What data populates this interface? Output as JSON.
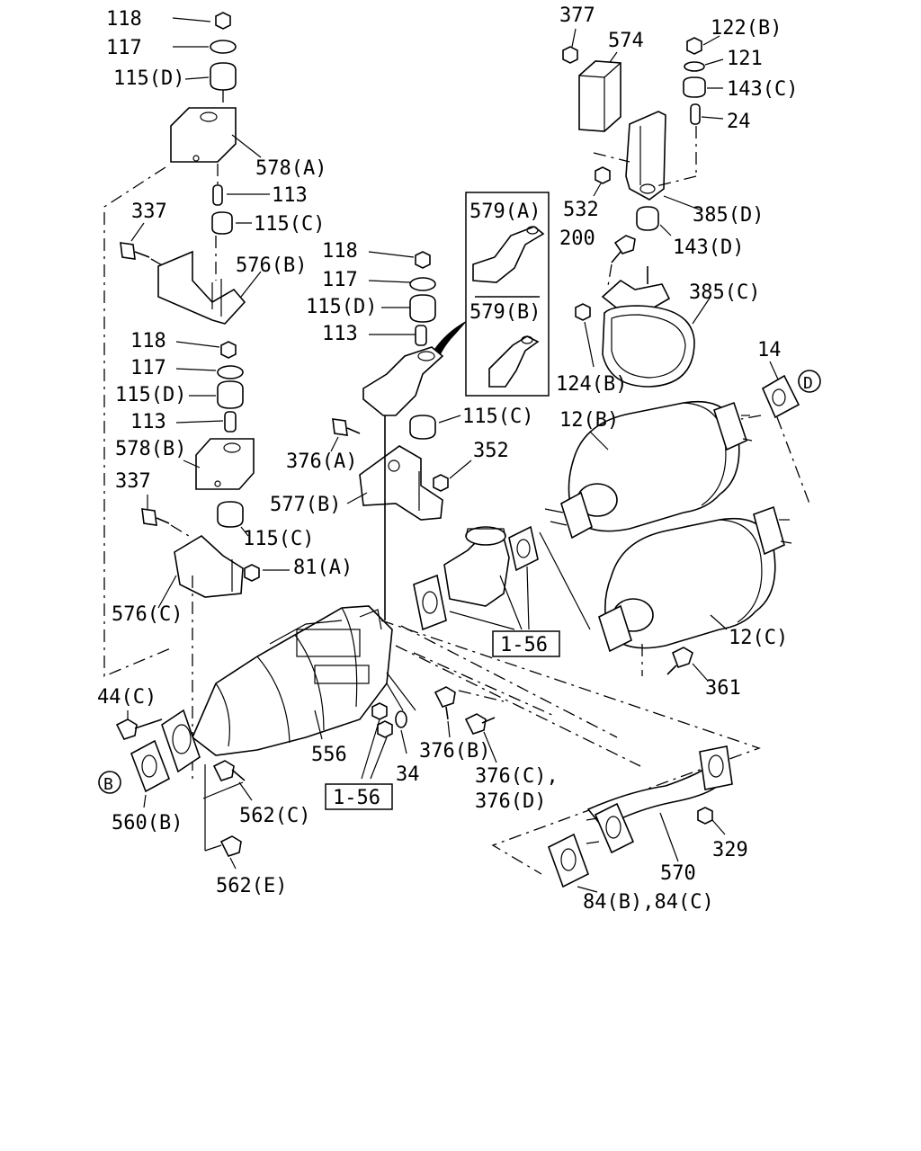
{
  "callouts": {
    "c118a": "118",
    "c117a": "117",
    "c115da": "115(D)",
    "c578a": "578(A)",
    "c113a": "113",
    "c337a": "337",
    "c115ca": "115(C)",
    "c576b": "576(B)",
    "c118b": "118",
    "c117b": "117",
    "c115db": "115(D)",
    "c113b": "113",
    "c578b": "578(B)",
    "c337b": "337",
    "c115cb": "115(C)",
    "c81a": "81(A)",
    "c576c": "576(C)",
    "c118c": "118",
    "c117c": "117",
    "c115dc": "115(D)",
    "c113c": "113",
    "c115cc": "115(C)",
    "c376a": "376(A)",
    "c352": "352",
    "c577b": "577(B)",
    "c579a": "579(A)",
    "c579b": "579(B)",
    "c377": "377",
    "c574": "574",
    "c532": "532",
    "c122b": "122(B)",
    "c121": "121",
    "c143c": "143(C)",
    "c24": "24",
    "c385d": "385(D)",
    "c200": "200",
    "c143d": "143(D)",
    "c385c": "385(C)",
    "c124b": "124(B)",
    "c14": "14",
    "c12b": "12(B)",
    "c12c": "12(C)",
    "c361": "361",
    "c156a": "1-56",
    "c44c": "44(C)",
    "c560b": "560(B)",
    "c562c": "562(C)",
    "c562e": "562(E)",
    "c556": "556",
    "c34": "34",
    "c156b": "1-56",
    "c376b": "376(B)",
    "c376c": "376(C),",
    "c376d": "376(D)",
    "c329": "329",
    "c570": "570",
    "c84": "84(B),84(C)"
  },
  "markers": {
    "b": "B",
    "d": "D"
  }
}
